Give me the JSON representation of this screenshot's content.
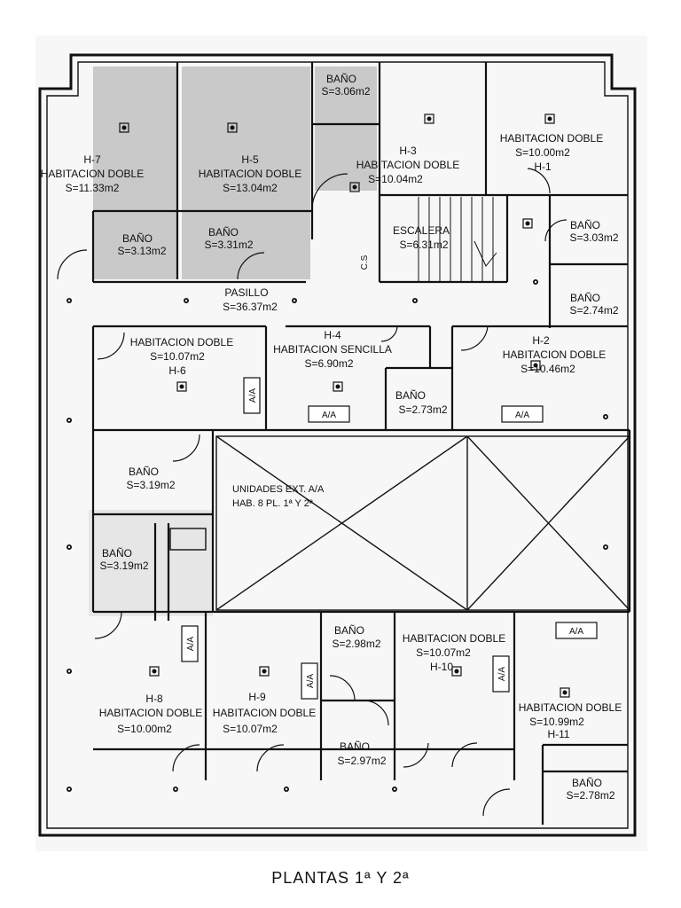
{
  "rooms": {
    "h7": {
      "id": "H-7",
      "type": "HABITACION DOBLE",
      "area": "S=11.33m2"
    },
    "h5": {
      "id": "H-5",
      "type": "HABITACION DOBLE",
      "area": "S=13.04m2"
    },
    "h3": {
      "id": "H-3",
      "type": "HABITACION DOBLE",
      "area": "S=10.04m2"
    },
    "h1": {
      "id": "H-1",
      "type": "HABITACION DOBLE",
      "area": "S=10.00m2"
    },
    "h6": {
      "id": "H-6",
      "type": "HABITACION DOBLE",
      "area": "S=10.07m2"
    },
    "h4": {
      "id": "H-4",
      "type": "HABITACION SENCILLA",
      "area": "S=6.90m2"
    },
    "h2": {
      "id": "H-2",
      "type": "HABITACION DOBLE",
      "area": "S=10.46m2"
    },
    "h8": {
      "id": "H-8",
      "type": "HABITACION DOBLE",
      "area": "S=10.00m2"
    },
    "h9": {
      "id": "H-9",
      "type": "HABITACION DOBLE",
      "area": "S=10.07m2"
    },
    "h10": {
      "id": "H-10",
      "type": "HABITACION DOBLE",
      "area": "S=10.07m2"
    },
    "h11": {
      "id": "H-11",
      "type": "HABITACION DOBLE",
      "area": "S=10.99m2"
    }
  },
  "banos": {
    "b306": {
      "name": "BAÑO",
      "area": "S=3.06m2"
    },
    "b313": {
      "name": "BAÑO",
      "area": "S=3.13m2"
    },
    "b331": {
      "name": "BAÑO",
      "area": "S=3.31m2"
    },
    "b303": {
      "name": "BAÑO",
      "area": "S=3.03m2"
    },
    "b274": {
      "name": "BAÑO",
      "area": "S=2.74m2"
    },
    "b273": {
      "name": "BAÑO",
      "area": "S=2.73m2"
    },
    "b319a": {
      "name": "BAÑO",
      "area": "S=3.19m2"
    },
    "b319b": {
      "name": "BAÑO",
      "area": "S=3.19m2"
    },
    "b298": {
      "name": "BAÑO",
      "area": "S=2.98m2"
    },
    "b297": {
      "name": "BAÑO",
      "area": "S=2.97m2"
    },
    "b278": {
      "name": "BAÑO",
      "area": "S=2.78m2"
    }
  },
  "escalera": {
    "name": "ESCALERA",
    "area": "S=6.31m2"
  },
  "pasillo": {
    "name": "PASILLO",
    "area": "S=36.37m2"
  },
  "cs_label": "C.S",
  "ac_label": "A/A",
  "unidades": {
    "line1": "UNIDADES EXT. A/A",
    "line2": "HAB. 8 PL. 1ª Y 2ª"
  },
  "caption": "PLANTAS 1ª Y 2ª"
}
